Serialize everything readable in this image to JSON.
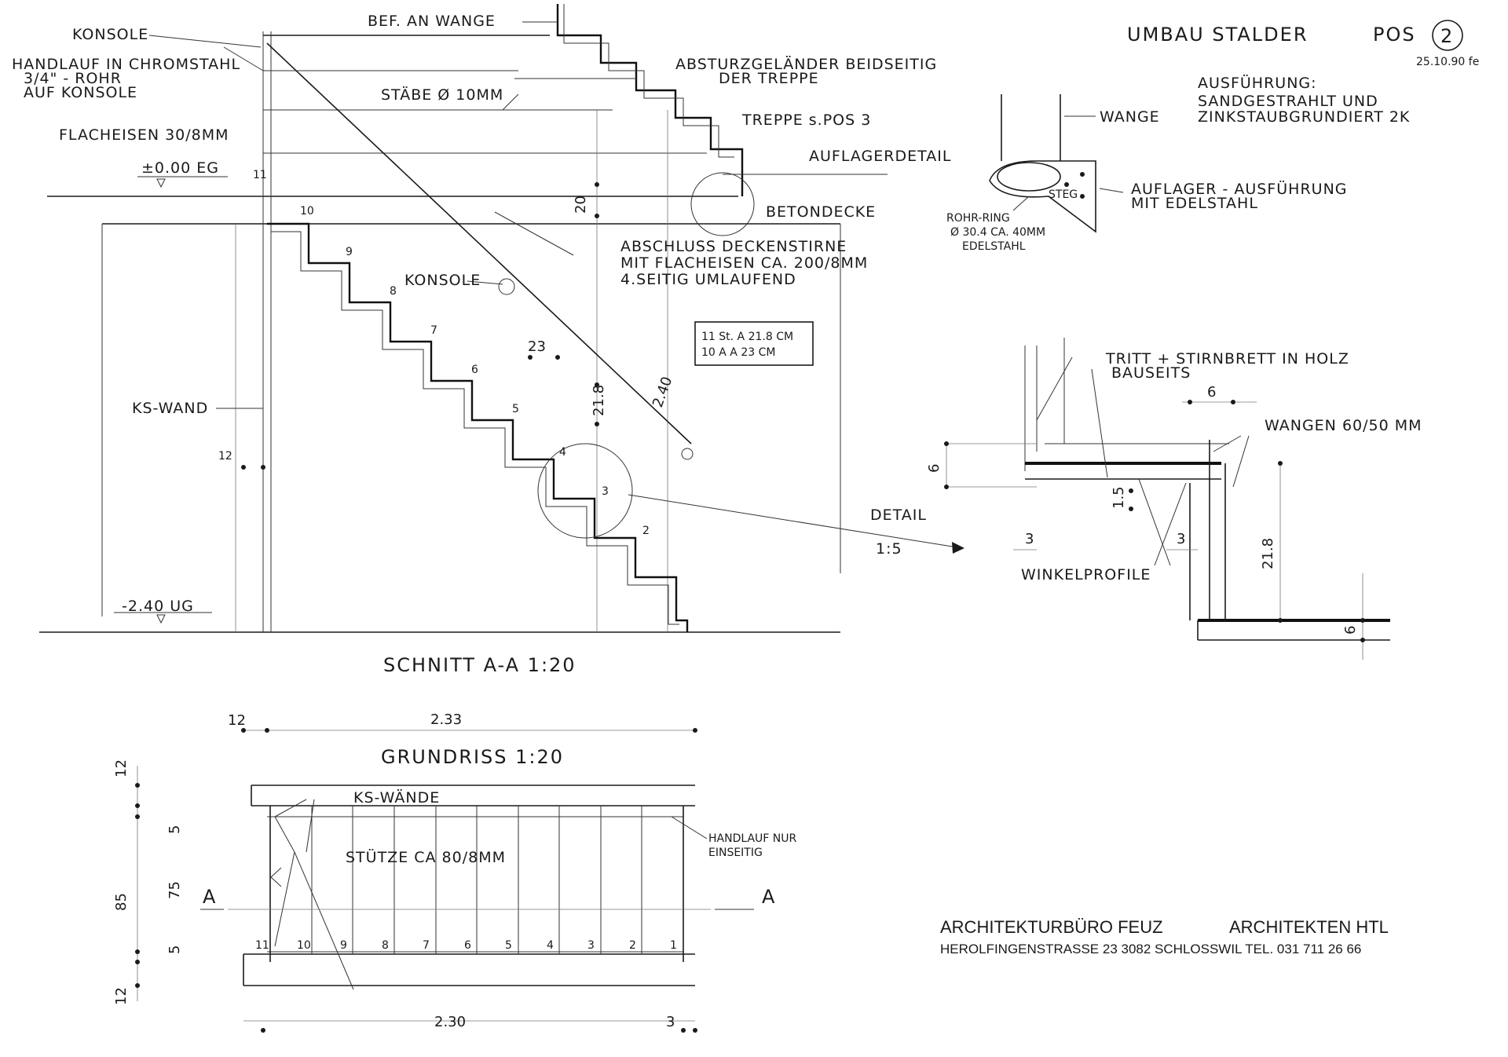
{
  "header": {
    "title": "UMBAU STALDER",
    "pos_label": "POS",
    "pos_number": "2",
    "date": "25.10.90 fe"
  },
  "section": {
    "labels": {
      "konsole_top": "KONSOLE",
      "handlauf_line1": "HANDLAUF IN CHROMSTAHL",
      "handlauf_line2": "3/4\" - ROHR",
      "handlauf_line3": "AUF KONSOLE",
      "flacheisen": "FLACHEISEN 30/8MM",
      "eg_level": "±0.00 EG",
      "bef_wange": "BEF. AN WANGE",
      "absturz_line1": "ABSTURZGELÄNDER BEIDSEITIG",
      "absturz_line2": "DER TREPPE",
      "staebe": "STÄBE Ø 10MM",
      "treppe_pos": "TREPPE s.POS 3",
      "auflagerdetail": "AUFLAGERDETAIL",
      "betondecke": "BETONDECKE",
      "abschluss_line1": "ABSCHLUSS DECKENSTIRNE",
      "abschluss_line2": "MIT FLACHEISEN CA. 200/8MM",
      "abschluss_line3": "4.SEITIG UMLAUFEND",
      "konsole_mid": "KONSOLE",
      "ks_wand": "KS-WAND",
      "ug_level": "-2.40 UG",
      "detail_line1": "DETAIL",
      "detail_line2": "1:5",
      "caption": "SCHNITT A-A 1:20"
    },
    "box_line1": "11 St. A 21.8 CM",
    "box_line2": "10 A A 23 CM",
    "dims": {
      "d20": "20",
      "d240": "2.40",
      "d23": "23",
      "d218": "21.8",
      "d12": "12",
      "d11": "11"
    },
    "step_numbers": [
      "10",
      "9",
      "8",
      "7",
      "6",
      "5",
      "4",
      "3",
      "2"
    ]
  },
  "detail_top": {
    "ausfuehrung_line1": "AUSFÜHRUNG:",
    "ausfuehrung_line2": "SANDGESTRAHLT UND",
    "ausfuehrung_line3": "ZINKSTAUBGRUNDIERT 2K",
    "wange": "WANGE",
    "steg": "STEG",
    "auflager_line1": "AUFLAGER - AUSFÜHRUNG",
    "auflager_line2": "MIT EDELSTAHL",
    "rohr_line1": "ROHR-RING",
    "rohr_line2": "Ø 30.4 CA. 40MM",
    "rohr_line3": "EDELSTAHL"
  },
  "detail_step": {
    "tritt_line1": "TRITT + STIRNBRETT IN HOLZ",
    "tritt_line2": "BAUSEITS",
    "wangen": "WANGEN 60/50 MM",
    "winkelprofile": "WINKELPROFILE",
    "dims": {
      "d6_top": "6",
      "d6_left": "6",
      "d15": "1.5",
      "d3_a": "3",
      "d3_b": "3",
      "d218": "21.8",
      "d6_right": "6"
    }
  },
  "plan": {
    "caption": "GRUNDRISS 1:20",
    "ks_waende": "KS-WÄNDE",
    "stuetze": "STÜTZE CA 80/8MM",
    "handlauf_line1": "HANDLAUF NUR",
    "handlauf_line2": "EINSEITIG",
    "section_mark": "A",
    "dims": {
      "top_12": "12",
      "top_233": "2.33",
      "left_12_top": "12",
      "left_5_top": "5",
      "left_75": "75",
      "left_85": "85",
      "left_5_bot": "5",
      "left_12_bot": "12",
      "bottom_230": "2.30",
      "bottom_3": "3"
    },
    "step_numbers": [
      "11",
      "10",
      "9",
      "8",
      "7",
      "6",
      "5",
      "4",
      "3",
      "2",
      "1"
    ]
  },
  "stamp": {
    "office": "ARCHITEKTURBÜRO FEUZ",
    "profession": "ARCHITEKTEN HTL",
    "address": "HEROLFINGENSTRASSE 23 3082 SCHLOSSWIL TEL. 031 711 26 66"
  }
}
